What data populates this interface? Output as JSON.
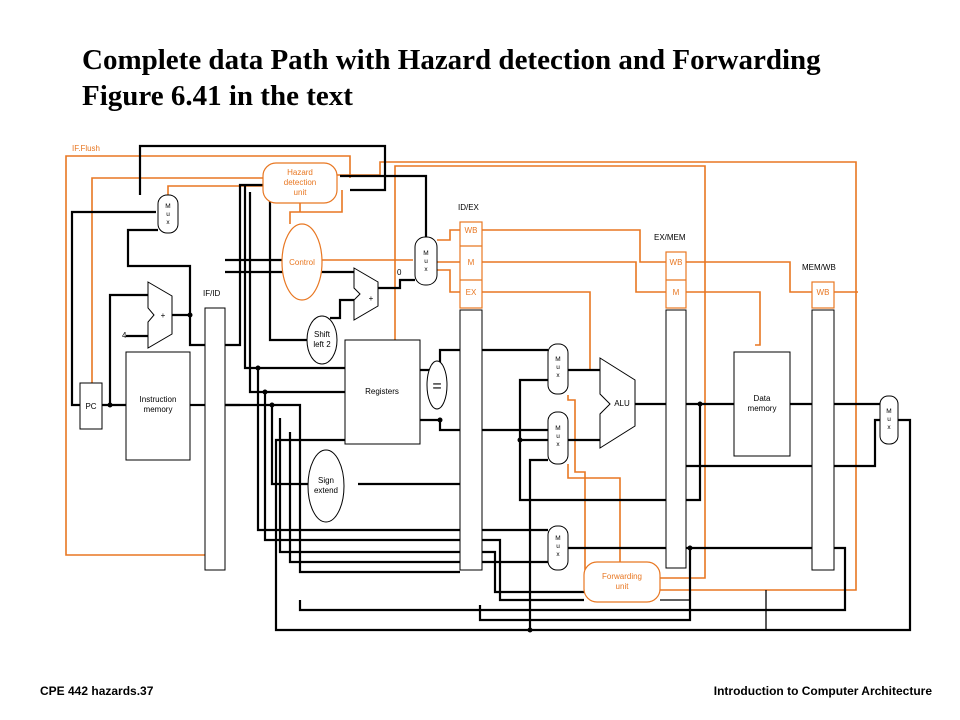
{
  "slide": {
    "title_line1": "Complete data Path with Hazard detection and Forwarding",
    "title_line2": "Figure 6.41 in the text",
    "footer_left": "CPE 442  hazards.37",
    "footer_right": "Introduction to Computer Architecture"
  },
  "diagram": {
    "if_flush": "IF.Flush",
    "hazard_unit": [
      "Hazard",
      "detection",
      "unit"
    ],
    "control": "Control",
    "pipeline_registers": {
      "if_id": "IF/ID",
      "id_ex": "ID/EX",
      "ex_mem": "EX/MEM",
      "mem_wb": "MEM/WB"
    },
    "stage_fields": {
      "wb": "WB",
      "m": "M",
      "ex": "EX"
    },
    "mux_letters": [
      "M",
      "u",
      "x"
    ],
    "pc": "PC",
    "instruction_memory": [
      "Instruction",
      "memory"
    ],
    "registers": "Registers",
    "data_memory": [
      "Data",
      "memory"
    ],
    "alu": "ALU",
    "shift_left": [
      "Shift",
      "left 2"
    ],
    "sign_extend": [
      "Sign",
      "extend"
    ],
    "forwarding_unit": [
      "Forwarding",
      "unit"
    ],
    "adder_symbol": "+",
    "equal_symbol": "=",
    "const_four": "4",
    "const_zero": "0"
  },
  "colors": {
    "control_path": "#e87722",
    "data_path": "#000000"
  }
}
